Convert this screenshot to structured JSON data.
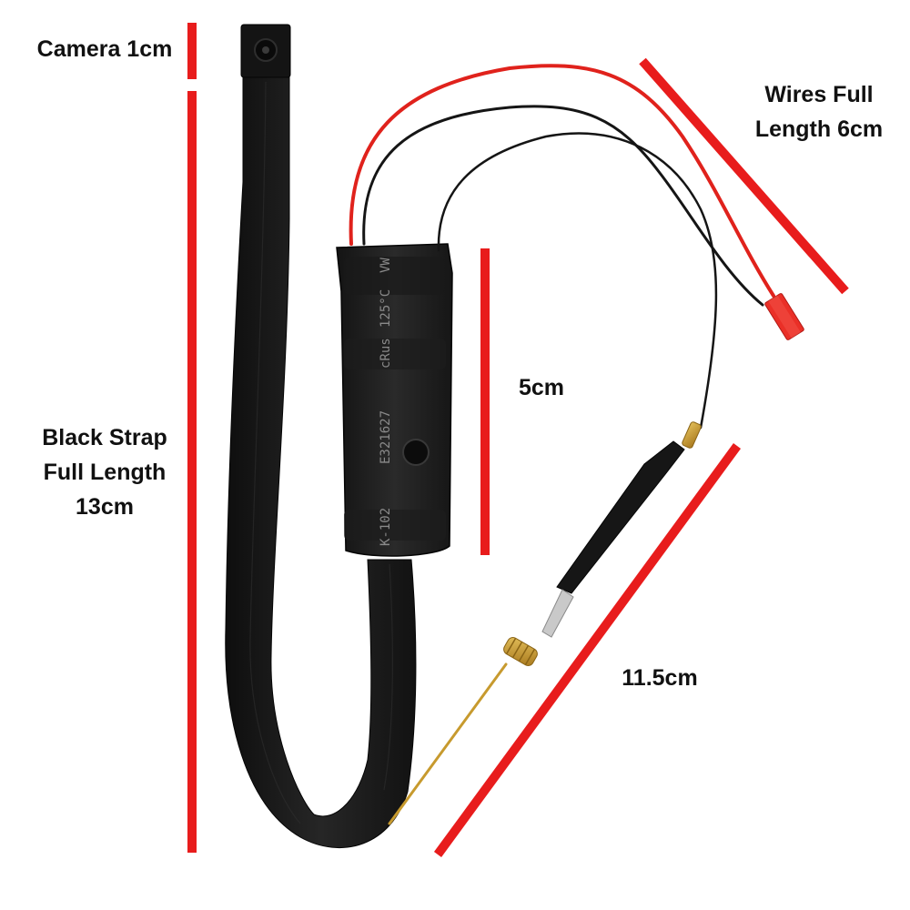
{
  "annotations": {
    "camera": "Camera 1cm",
    "strap": [
      "Black Strap",
      "Full Length",
      "13cm"
    ],
    "wires": [
      "Wires Full",
      "Length 6cm"
    ],
    "module": "5cm",
    "antenna": "11.5cm"
  },
  "module_print": {
    "line1": "VW",
    "line2": "125°C",
    "line3": "cRus",
    "line4": "E321627",
    "line5": "K-102"
  },
  "colors": {
    "measure_line": "#e81c1c",
    "strap": "#1b1b1b",
    "wire_red": "#e0221c",
    "wire_black": "#151515",
    "antenna_brass": "#c79a2e",
    "connector_red": "#ea2f27",
    "label_text": "#111111"
  }
}
